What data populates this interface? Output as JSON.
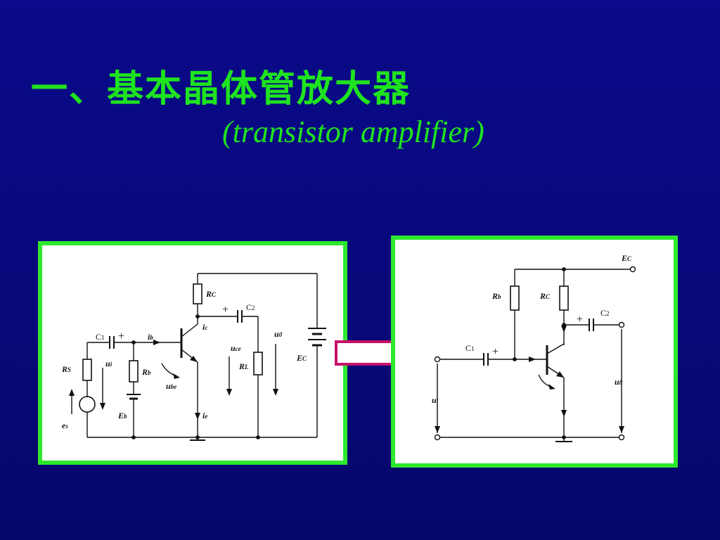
{
  "title": {
    "chinese": "一、基本晶体管放大器",
    "english": "(transistor amplifier)"
  },
  "colors": {
    "background": "#0a0a8a",
    "title": "#1fe31f",
    "panel_border": "#2ee82e",
    "arrow": "#c8106a"
  },
  "left_circuit": {
    "labels": {
      "RC": "R",
      "RC_sub": "C",
      "C2": "C",
      "C2_sub": "2",
      "ic": "i",
      "ic_sub": "c",
      "u0": "u",
      "u0_sub": "0",
      "C1": "C",
      "C1_sub": "1",
      "ib": "i",
      "ib_sub": "b",
      "RS": "R",
      "RS_sub": "S",
      "ui": "u",
      "ui_sub": "i",
      "Rb": "R",
      "Rb_sub": "b",
      "uce": "u",
      "uce_sub": "ce",
      "RL": "R",
      "RL_sub": "L",
      "EC": "E",
      "EC_sub": "C",
      "ube": "u",
      "ube_sub": "be",
      "Eb": "E",
      "Eb_sub": "b",
      "ie": "i",
      "ie_sub": "e",
      "es": "e",
      "es_sub": "s",
      "plus1": "+",
      "plus2": "+"
    }
  },
  "right_circuit": {
    "labels": {
      "EC": "E",
      "EC_sub": "C",
      "Rb": "R",
      "Rb_sub": "b",
      "RC": "R",
      "RC_sub": "C",
      "C2": "C",
      "C2_sub": "2",
      "C1": "C",
      "C1_sub": "1",
      "ui": "u",
      "ui_sub": "i",
      "u0": "u",
      "u0_sub": "0",
      "plus1": "+",
      "plus2": "+"
    }
  }
}
